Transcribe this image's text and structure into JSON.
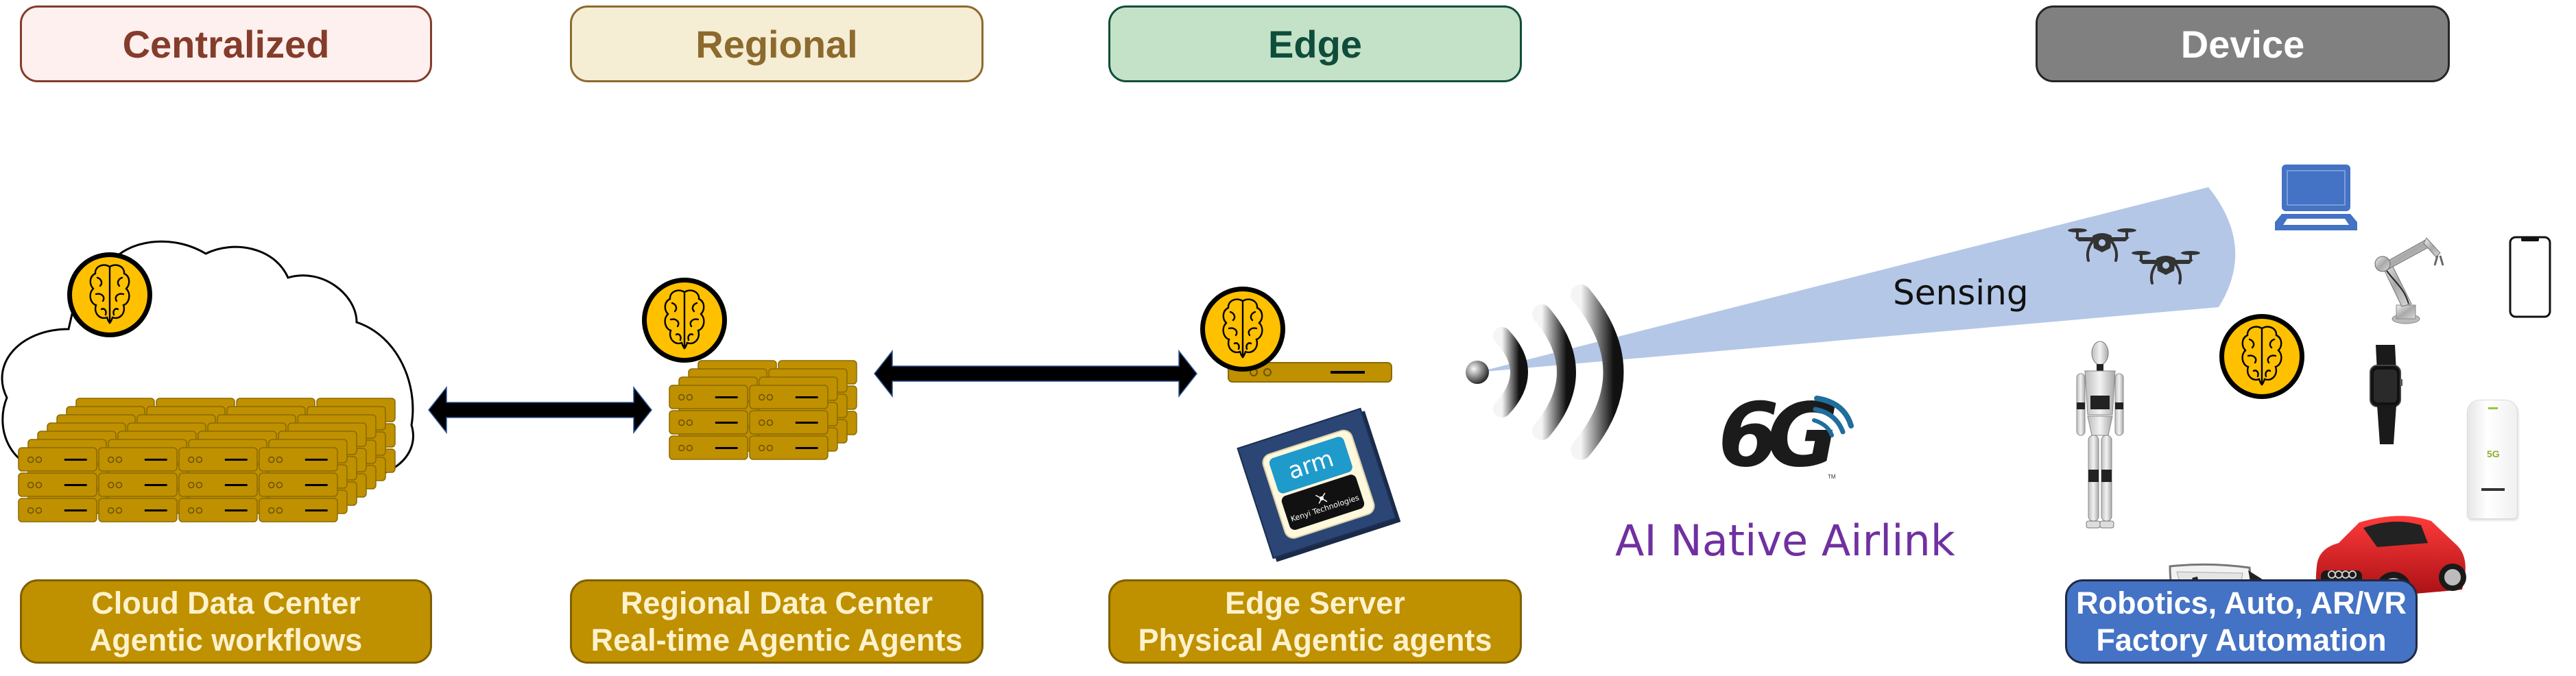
{
  "tiers": [
    {
      "id": "centralized",
      "header": "Centralized",
      "header_colors": {
        "bg": "#FDF0EE",
        "border": "#843C2B",
        "text": "#843C2B"
      },
      "footer_line1": "Cloud Data Center",
      "footer_line2": "Agentic workflows",
      "footer_colors": {
        "bg": "#BF9000",
        "border": "#7F6000",
        "text": "#FFF2CC"
      }
    },
    {
      "id": "regional",
      "header": "Regional",
      "header_colors": {
        "bg": "#F5EDD4",
        "border": "#8C6A2D",
        "text": "#8C6A2D"
      },
      "footer_line1": "Regional Data Center",
      "footer_line2": "Real-time Agentic Agents",
      "footer_colors": {
        "bg": "#BF9000",
        "border": "#7F6000",
        "text": "#FFF2CC"
      }
    },
    {
      "id": "edge",
      "header": "Edge",
      "header_colors": {
        "bg": "#C4E2C8",
        "border": "#0F4D3B",
        "text": "#0F4D3B"
      },
      "footer_line1": "Edge Server",
      "footer_line2": "Physical Agentic agents",
      "footer_colors": {
        "bg": "#BF9000",
        "border": "#7F6000",
        "text": "#FFF2CC"
      }
    },
    {
      "id": "device",
      "header": "Device",
      "header_colors": {
        "bg": "#808080",
        "border": "#262626",
        "text": "#FFFFFF"
      },
      "footer_line1": "Robotics, Auto, AR/VR",
      "footer_line2": "Factory Automation",
      "footer_colors": {
        "bg": "#4472C4",
        "border": "#1F2A44",
        "text": "#FFFFFF"
      }
    }
  ],
  "icons": {
    "brain": "brain-icon",
    "server": "server-rack-icon",
    "cloud": "cloud-icon",
    "arrow": "bidirectional-arrow-icon",
    "signal": "wireless-signal-icon",
    "drone": "drone-icon",
    "laptop": "laptop-icon",
    "robot_arm": "robot-arm-icon",
    "phone": "smartphone-icon",
    "humanoid": "humanoid-robot-icon",
    "watch": "smartwatch-icon",
    "router": "5g-router-icon",
    "glasses": "ar-glasses-icon",
    "car": "car-icon"
  },
  "chip": {
    "brand": "arm",
    "vendor": "Kenyi Technologies"
  },
  "wireless": {
    "sensing_label": "Sensing",
    "logo_text": "6G",
    "logo_tm": "TM",
    "airlink_label": "AI Native Airlink"
  },
  "router_label": "5G",
  "colors": {
    "brain_fill": "#FFC000",
    "server_fill": "#BF9000",
    "beam": "#B4C7E7",
    "airlink": "#7030A0",
    "laptop": "#4472C4",
    "car": "#D0121B",
    "logo_arc": "#1F6E9C"
  }
}
